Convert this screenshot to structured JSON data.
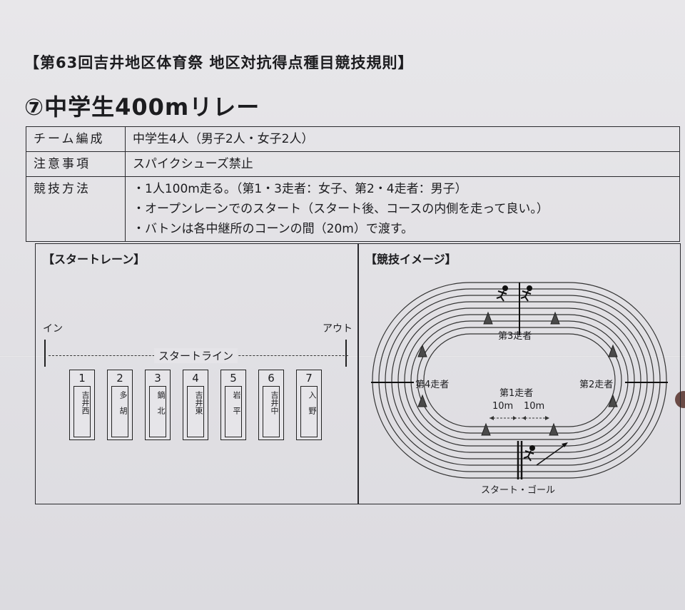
{
  "document": {
    "heading": "【第63回吉井地区体育祭 地区対抗得点種目競技規則】",
    "title": "⑦中学生400mリレー"
  },
  "rules": [
    {
      "label": "チーム編成",
      "text": [
        "中学生4人（男子2人・女子2人）"
      ]
    },
    {
      "label": "注意事項",
      "text": [
        "スパイクシューズ禁止"
      ]
    },
    {
      "label": "競技方法",
      "text": [
        "・1人100m走る。（第1・3走者：女子、第2・4走者：男子）",
        "・オープンレーンでのスタート（スタート後、コースの内側を走って良い。）",
        "・バトンは各中継所のコーンの間（20m）で渡す。"
      ]
    }
  ],
  "start_lane": {
    "label": "【スタートレーン】",
    "in_label": "イン",
    "out_label": "アウト",
    "start_line_label": "スタートライン",
    "lanes": [
      {
        "number": "1",
        "team": "吉井西"
      },
      {
        "number": "2",
        "team": "多　胡"
      },
      {
        "number": "3",
        "team": "鏑　北"
      },
      {
        "number": "4",
        "team": "吉井東"
      },
      {
        "number": "5",
        "team": "岩　平"
      },
      {
        "number": "6",
        "team": "吉井中"
      },
      {
        "number": "7",
        "team": "入　野"
      }
    ]
  },
  "image": {
    "label": "【競技イメージ】",
    "runner1": "第1走者",
    "runner2": "第2走者",
    "runner3": "第3走者",
    "runner4": "第4走者",
    "dist_left": "10m",
    "dist_right": "10m",
    "start_goal": "スタート・ゴール"
  }
}
